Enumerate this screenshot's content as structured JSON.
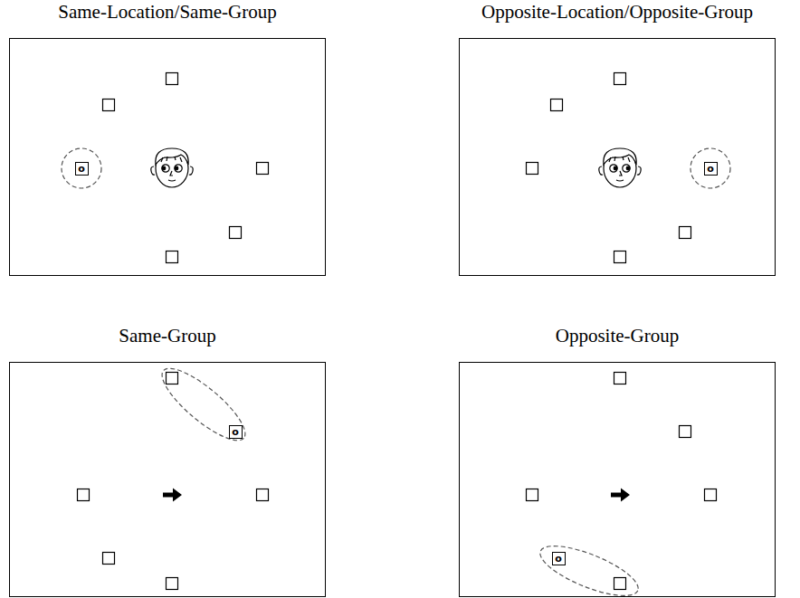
{
  "diagram": {
    "nodes": [
      {
        "text": [
          "Same-Location/Same-Group"
        ]
      },
      {
        "text": [
          "o"
        ],
        "in": 0
      },
      {
        "text": [
          "Opposite-Location/Opposite-Group"
        ]
      },
      {
        "text": [
          "o"
        ],
        "in": 2
      },
      {
        "text": [
          "Same-Group"
        ]
      },
      {
        "text": [
          "o"
        ],
        "in": 4
      },
      {
        "text": [
          "Opposite-Group"
        ]
      },
      {
        "text": [
          "o"
        ],
        "in": 6
      }
    ]
  }
}
